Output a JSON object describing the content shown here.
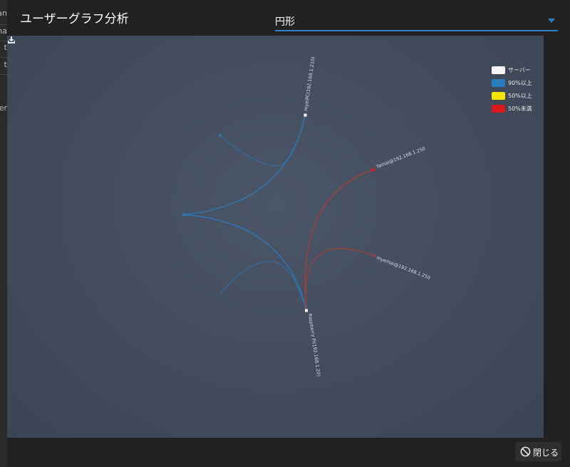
{
  "background": {
    "sidebar_fragments": [
      "an",
      "na",
      "t",
      "t",
      "er"
    ]
  },
  "dialog": {
    "title": "ユーザーグラフ分析",
    "select": {
      "value": "円形"
    },
    "close_label": "閉じる"
  },
  "legend": [
    {
      "label": "サーバー",
      "color": "#f5f5f5"
    },
    {
      "label": "90%以上",
      "color": "#2a7bbf"
    },
    {
      "label": "50%以上",
      "color": "#f2e500"
    },
    {
      "label": "50%未満",
      "color": "#d9191c"
    }
  ],
  "graph": {
    "node_labels": {
      "mypc": "myeiPC(192.168.1.210)",
      "yamai": "Yamai@192.168.1.250",
      "myemai": "myemai@192.168.1.250",
      "raspberry": "Raspberry Pi(192.168.1.20)"
    }
  },
  "colors": {
    "accent": "#2f80c8",
    "blue_link": "#2a7bbf",
    "red_link": "#c0392b",
    "server": "#ffffff"
  }
}
